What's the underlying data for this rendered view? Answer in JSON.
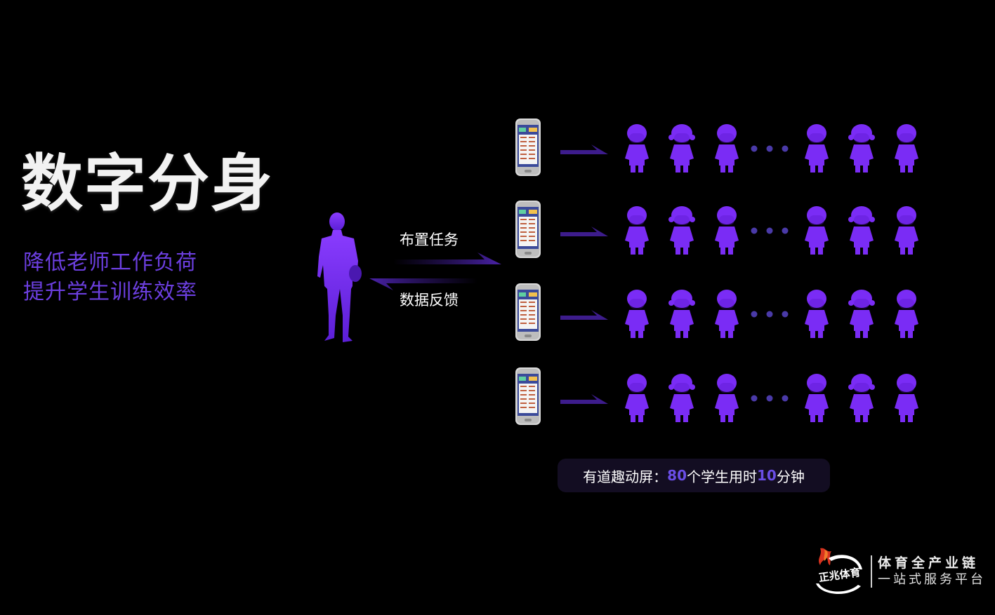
{
  "headline": "数字分身",
  "subtitle_lines": [
    "降低老师工作负荷",
    "提升学生训练效率"
  ],
  "flow": {
    "assign_label": "布置任务",
    "feedback_label": "数据反馈"
  },
  "caption": {
    "prefix": "有道趣动屏：",
    "students": "80",
    "middle": "个学生用时",
    "minutes": "10",
    "suffix": "分钟"
  },
  "brand": {
    "logo_text": "正兆体育",
    "tagline_1": "体育全产业链",
    "tagline_2": "一站式服务平台"
  },
  "colors": {
    "accent_purple": "#7a2cf5",
    "subtitle": "#6c3fe0",
    "highlight": "#6a4ee6"
  },
  "icons": {
    "teacher": "teacher-silhouette-icon",
    "device": "tablet-device-icon",
    "student": "student-figure-icon"
  }
}
